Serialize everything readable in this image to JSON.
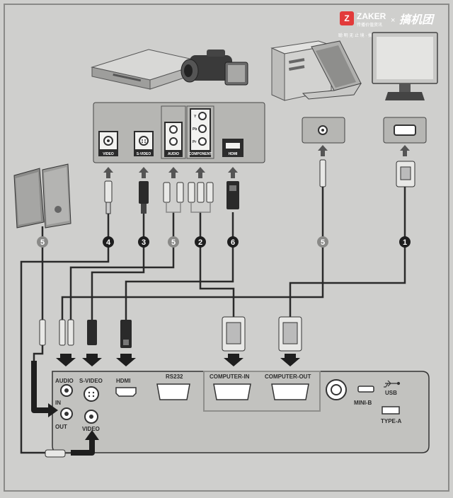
{
  "watermark": {
    "brand": "ZAKER",
    "brand_sub": "传播价值资讯",
    "times": "×",
    "partner": "搞机团",
    "tagline": "聪 明 无 止 境   · 搞 机 有 新 意"
  },
  "source_labels": {
    "video": "VIDEO",
    "s_video": "S-VIDEO",
    "audio": "AUDIO",
    "component": "COMPONENT",
    "hdmi": "HDMI",
    "component_y": "Y",
    "component_pb": "Pb",
    "component_pr": "Pr"
  },
  "cable_numbers": {
    "audio_left": "5",
    "video": "4",
    "s_video": "3",
    "audio_mid": "5",
    "component": "2",
    "hdmi": "6",
    "audio_right": "5",
    "vga": "1"
  },
  "projector_labels": {
    "audio": "AUDIO",
    "in": "IN",
    "out": "OUT",
    "s_video": "S-VIDEO",
    "video": "VIDEO",
    "hdmi": "HDMI",
    "rs232": "RS232",
    "computer_in": "COMPUTER-IN",
    "computer_out": "COMPUTER-OUT",
    "mini_b": "MINI-B",
    "usb": "USB",
    "type_a": "TYPE-A"
  },
  "colors": {
    "panel": "#b8b8b5",
    "line": "#2a2a2a",
    "highlight": "#9a9a97"
  }
}
